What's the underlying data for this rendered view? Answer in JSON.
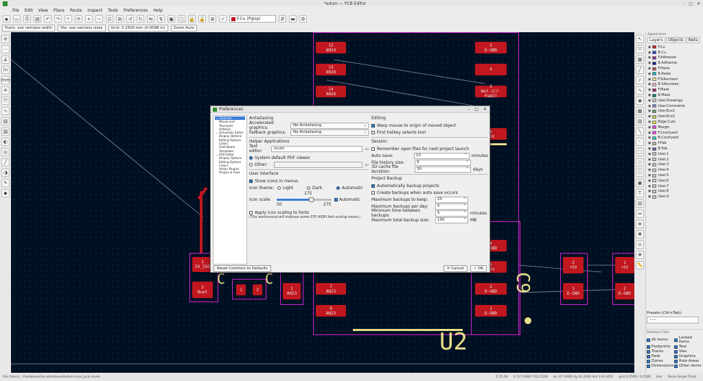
{
  "window": {
    "title": "*adum — PCB Editor",
    "min": "–",
    "max": "□",
    "close": "✕"
  },
  "menu": [
    "File",
    "Edit",
    "View",
    "Place",
    "Route",
    "Inspect",
    "Tools",
    "Preferences",
    "Help"
  ],
  "toolbar": {
    "layer": "F.Cu (PgUp)",
    "layer_color": "#c1171f"
  },
  "toolbar2": {
    "track": "Track: use netclass width",
    "via": "Via: use netclass sizes",
    "grid": "Grid: 0.2500 mm (0.0098 in)",
    "zoom": "Zoom Auto"
  },
  "canvas": {
    "pads": [
      {
        "n": "12",
        "net": "AN24"
      },
      {
        "n": "13",
        "net": "AN28"
      },
      {
        "n": "14",
        "net": "AN26"
      },
      {
        "n": "3",
        "net": "D-GND"
      },
      {
        "n": "4",
        "net": ""
      },
      {
        "n": "5",
        "net": "Net-(C7-Pad2)"
      },
      {
        "n": "6",
        "net": "+5V"
      },
      {
        "n": "1",
        "net": "5V_ISO"
      },
      {
        "n": "2",
        "net": "Nuet"
      },
      {
        "n": "1",
        "net": "AN23"
      },
      {
        "n": "7",
        "net": "AN23"
      },
      {
        "n": "8",
        "net": "AN23"
      },
      {
        "n": "4",
        "net": "D-GND"
      },
      {
        "n": "3",
        "net": "+5V"
      },
      {
        "n": "2",
        "net": "D-GND"
      },
      {
        "n": "1",
        "net": "D-GND"
      },
      {
        "n": "2",
        "net": "+5V"
      },
      {
        "n": "1",
        "net": "D-GND"
      },
      {
        "n": "1",
        "net": "+5V"
      },
      {
        "n": "2",
        "net": "D-GND"
      }
    ],
    "u2_label": "U2",
    "c9_label": "C9"
  },
  "appearance": {
    "header": "Appearance",
    "tabs": [
      "Layers",
      "Objects",
      "Nets"
    ],
    "layers": [
      {
        "name": "F.Cu",
        "color": "#c1171f"
      },
      {
        "name": "B.Cu",
        "color": "#2a44c8"
      },
      {
        "name": "F.Adhesive",
        "color": "#8a2b8a"
      },
      {
        "name": "B.Adhesive",
        "color": "#001f8a"
      },
      {
        "name": "F.Paste",
        "color": "#b05050"
      },
      {
        "name": "B.Paste",
        "color": "#00b8b8"
      },
      {
        "name": "F.Silkscreen",
        "color": "#e8e08a"
      },
      {
        "name": "B.Silkscreen",
        "color": "#e8b8d8"
      },
      {
        "name": "F.Mask",
        "color": "#a0206a"
      },
      {
        "name": "B.Mask",
        "color": "#007a7a"
      },
      {
        "name": "User.Drawings",
        "color": "#c8c8c8"
      },
      {
        "name": "User.Comments",
        "color": "#7a8ad8"
      },
      {
        "name": "User.Eco1",
        "color": "#60a060"
      },
      {
        "name": "User.Eco2",
        "color": "#c8c850"
      },
      {
        "name": "Edge.Cuts",
        "color": "#e0e040"
      },
      {
        "name": "Margin",
        "color": "#e040e0"
      },
      {
        "name": "F.Courtyard",
        "color": "#ff40ff"
      },
      {
        "name": "B.Courtyard",
        "color": "#20c8c8"
      },
      {
        "name": "F.Fab",
        "color": "#b0b0b0"
      },
      {
        "name": "B.Fab",
        "color": "#6060a0"
      },
      {
        "name": "User.1",
        "color": "#c0c0c0"
      },
      {
        "name": "User.2",
        "color": "#c0c0c0"
      },
      {
        "name": "User.3",
        "color": "#c0c0c0"
      },
      {
        "name": "User.4",
        "color": "#c0c0c0"
      },
      {
        "name": "User.5",
        "color": "#c0c0c0"
      },
      {
        "name": "User.6",
        "color": "#c0c0c0"
      },
      {
        "name": "User.7",
        "color": "#c0c0c0"
      },
      {
        "name": "User.8",
        "color": "#c0c0c0"
      },
      {
        "name": "User.9",
        "color": "#c0c0c0"
      }
    ],
    "presets_label": "Presets (Ctrl+Tab):",
    "presets_value": "-----",
    "filter_header": "Selection Filter",
    "filters": [
      "All items",
      "Locked items",
      "Footprints",
      "Text",
      "Tracks",
      "Vias",
      "Pads",
      "Graphics",
      "Zones",
      "Rule Areas",
      "Dimensions",
      "Other items"
    ]
  },
  "status": {
    "left": "File /Users/.../hardware/rhm-adm/board/adum.kicad_pcb saved.",
    "z": "Z 25.29",
    "xy": "X 117.0000  Y 63.2200",
    "dxy": "dx 117.0000  dy 63.2200  dist 133.4452",
    "grid": "grid 0.2500 / 0.2500",
    "unit": "mm",
    "mode": "Route Single Track"
  },
  "dialog": {
    "title": "Preferences",
    "tree": [
      {
        "label": "Common",
        "level": 0,
        "selected": true
      },
      {
        "label": "Mouse and Touchpad",
        "level": 1,
        "selected": false
      },
      {
        "label": "Hotkeys",
        "level": 1,
        "selected": false
      },
      {
        "label": "Schematic Editor",
        "level": 0,
        "selected": false
      },
      {
        "label": "Display Options",
        "level": 1,
        "selected": false
      },
      {
        "label": "Editing Options",
        "level": 1,
        "selected": false
      },
      {
        "label": "Colors",
        "level": 1,
        "selected": false
      },
      {
        "label": "Field Name Templates",
        "level": 1,
        "selected": false
      },
      {
        "label": "PCB Editor",
        "level": 0,
        "selected": false
      },
      {
        "label": "Display Options",
        "level": 1,
        "selected": false
      },
      {
        "label": "Editing Options",
        "level": 1,
        "selected": false
      },
      {
        "label": "Colors",
        "level": 1,
        "selected": false
      },
      {
        "label": "Action Plugins",
        "level": 1,
        "selected": false
      },
      {
        "label": "Origins & Axes",
        "level": 1,
        "selected": false
      }
    ],
    "antialiasing": {
      "header": "Antialiasing",
      "accel_label": "Accelerated graphics:",
      "accel_value": "No Antialiasing",
      "fallback_label": "Fallback graphics:",
      "fallback_value": "No Antialiasing"
    },
    "helper": {
      "header": "Helper Applications",
      "text_editor_label": "Text editor:",
      "text_editor_value": "mvim",
      "pdf_label": "System default PDF viewer",
      "other_label": "Other:"
    },
    "ui": {
      "header": "User Interface",
      "show_icons": "Show icons in menus",
      "theme_label": "Icon theme:",
      "light": "Light",
      "dark": "Dark",
      "automatic": "Automatic",
      "scale_label": "Icon scale:",
      "scale_value": "175",
      "scale_min": "50",
      "scale_max": "275",
      "scale_auto": "Automatic",
      "apply_scaling": "Apply icon scaling to fonts",
      "note": "(This workaround will improve some GTK HiDPI font scaling issues.)",
      "icon_scale_fraction": 0.625
    },
    "editing": {
      "header": "Editing",
      "warp": "Warp mouse to origin of moved object",
      "first_hotkey": "First hotkey selects tool"
    },
    "session": {
      "header": "Session",
      "remember": "Remember open files for next project launch",
      "autosave_label": "Auto save:",
      "autosave_value": "10",
      "autosave_unit": "minutes",
      "history_label": "File history size:",
      "history_value": "9",
      "cache_label": "3D cache file duration:",
      "cache_value": "30",
      "cache_unit": "days"
    },
    "backup": {
      "header": "Project Backup",
      "auto_backup": "Automatically backup projects",
      "create_on_save": "Create backups when auto save occurs",
      "max_keep_label": "Maximum backups to keep:",
      "max_keep_value": "25",
      "per_day_label": "Maximum backups per day:",
      "per_day_value": "5",
      "min_time_label": "Minimum time between backups:",
      "min_time_value": "5",
      "min_time_unit": "minutes",
      "max_size_label": "Maximum total backup size:",
      "max_size_value": "100",
      "max_size_unit": "MB"
    },
    "footer": {
      "reset": "Reset Common to Defaults",
      "cancel": "Cancel",
      "ok": "OK"
    }
  }
}
